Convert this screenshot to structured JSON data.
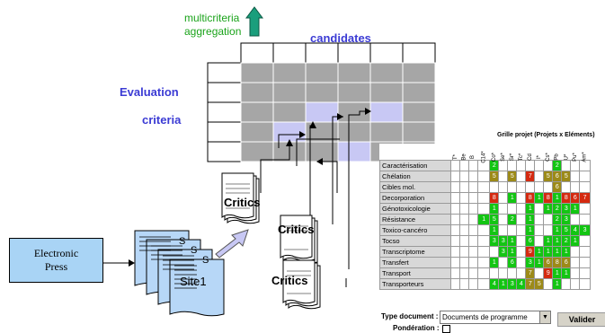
{
  "aggregation": {
    "line1": "multicriteria",
    "line2": "aggregation"
  },
  "labels": {
    "candidates": "candidates",
    "evaluation": "Evaluation",
    "criteria": "criteria"
  },
  "critics": [
    "Critics",
    "Critics",
    "Critics"
  ],
  "press": {
    "line1": "Electronic",
    "line2": "Press"
  },
  "site": "Site1",
  "grid": {
    "title": "Grille projet (Projets x Eléments)",
    "columns": [
      "T*",
      "Be",
      "B",
      "C14*",
      "Co*",
      "Se*",
      "Sr*",
      "Tc*",
      "Cd",
      "I*",
      "Cs*",
      "Pb",
      "U*",
      "Pu*",
      "Am*"
    ],
    "rows": [
      {
        "label": "Caractérisation",
        "cells": [
          [
            "0",
            ""
          ],
          [
            "0",
            ""
          ],
          [
            "0",
            ""
          ],
          [
            "0",
            ""
          ],
          [
            "g",
            "2"
          ],
          [
            "0",
            ""
          ],
          [
            "0",
            ""
          ],
          [
            "0",
            ""
          ],
          [
            "0",
            ""
          ],
          [
            "0",
            ""
          ],
          [
            "0",
            ""
          ],
          [
            "g",
            "2"
          ],
          [
            "0",
            ""
          ],
          [
            "0",
            ""
          ],
          [
            "0",
            ""
          ]
        ]
      },
      {
        "label": "Chélation",
        "cells": [
          [
            "0",
            ""
          ],
          [
            "0",
            ""
          ],
          [
            "0",
            ""
          ],
          [
            "0",
            ""
          ],
          [
            "y",
            "5"
          ],
          [
            "0",
            ""
          ],
          [
            "y",
            "5"
          ],
          [
            "0",
            ""
          ],
          [
            "r",
            "7"
          ],
          [
            "0",
            ""
          ],
          [
            "y",
            "5"
          ],
          [
            "y",
            "6"
          ],
          [
            "y",
            "5"
          ],
          [
            "0",
            ""
          ],
          [
            "0",
            ""
          ]
        ]
      },
      {
        "label": "Cibles mol.",
        "cells": [
          [
            "0",
            ""
          ],
          [
            "0",
            ""
          ],
          [
            "0",
            ""
          ],
          [
            "0",
            ""
          ],
          [
            "0",
            ""
          ],
          [
            "0",
            ""
          ],
          [
            "0",
            ""
          ],
          [
            "0",
            ""
          ],
          [
            "0",
            ""
          ],
          [
            "0",
            ""
          ],
          [
            "0",
            ""
          ],
          [
            "y",
            "6"
          ],
          [
            "0",
            ""
          ],
          [
            "0",
            ""
          ],
          [
            "0",
            ""
          ]
        ]
      },
      {
        "label": "Decorporation",
        "cells": [
          [
            "0",
            ""
          ],
          [
            "0",
            ""
          ],
          [
            "0",
            ""
          ],
          [
            "0",
            ""
          ],
          [
            "r",
            "8"
          ],
          [
            "0",
            ""
          ],
          [
            "g",
            "1"
          ],
          [
            "0",
            ""
          ],
          [
            "r",
            "8"
          ],
          [
            "g",
            "1"
          ],
          [
            "r",
            "8"
          ],
          [
            "g",
            "1"
          ],
          [
            "r",
            "8"
          ],
          [
            "r",
            "6"
          ],
          [
            "r",
            "7"
          ]
        ]
      },
      {
        "label": "Génotoxicologie",
        "cells": [
          [
            "0",
            ""
          ],
          [
            "0",
            ""
          ],
          [
            "0",
            ""
          ],
          [
            "0",
            ""
          ],
          [
            "g",
            "1"
          ],
          [
            "0",
            ""
          ],
          [
            "0",
            ""
          ],
          [
            "0",
            ""
          ],
          [
            "g",
            "1"
          ],
          [
            "0",
            ""
          ],
          [
            "g",
            "1"
          ],
          [
            "g",
            "2"
          ],
          [
            "g",
            "3"
          ],
          [
            "g",
            "1"
          ],
          [
            "0",
            ""
          ]
        ]
      },
      {
        "label": "Résistance",
        "cells": [
          [
            "0",
            ""
          ],
          [
            "0",
            ""
          ],
          [
            "0",
            ""
          ],
          [
            "g",
            "1"
          ],
          [
            "g",
            "5"
          ],
          [
            "0",
            ""
          ],
          [
            "g",
            "2"
          ],
          [
            "0",
            ""
          ],
          [
            "g",
            "1"
          ],
          [
            "0",
            ""
          ],
          [
            "0",
            ""
          ],
          [
            "g",
            "2"
          ],
          [
            "g",
            "3"
          ],
          [
            "0",
            ""
          ],
          [
            "0",
            ""
          ]
        ]
      },
      {
        "label": "Toxico-cancéro",
        "cells": [
          [
            "0",
            ""
          ],
          [
            "0",
            ""
          ],
          [
            "0",
            ""
          ],
          [
            "0",
            ""
          ],
          [
            "g",
            "1"
          ],
          [
            "0",
            ""
          ],
          [
            "0",
            ""
          ],
          [
            "0",
            ""
          ],
          [
            "g",
            "1"
          ],
          [
            "0",
            ""
          ],
          [
            "0",
            ""
          ],
          [
            "g",
            "1"
          ],
          [
            "g",
            "5"
          ],
          [
            "g",
            "4"
          ],
          [
            "g",
            "3"
          ]
        ]
      },
      {
        "label": "Tocso",
        "cells": [
          [
            "0",
            ""
          ],
          [
            "0",
            ""
          ],
          [
            "0",
            ""
          ],
          [
            "0",
            ""
          ],
          [
            "g",
            "3"
          ],
          [
            "g",
            "3"
          ],
          [
            "g",
            "1"
          ],
          [
            "0",
            ""
          ],
          [
            "g",
            "6"
          ],
          [
            "0",
            ""
          ],
          [
            "g",
            "1"
          ],
          [
            "g",
            "1"
          ],
          [
            "g",
            "2"
          ],
          [
            "g",
            "1"
          ],
          [
            "0",
            ""
          ]
        ]
      },
      {
        "label": "Transcriptome",
        "cells": [
          [
            "0",
            ""
          ],
          [
            "0",
            ""
          ],
          [
            "0",
            ""
          ],
          [
            "0",
            ""
          ],
          [
            "0",
            ""
          ],
          [
            "g",
            "3"
          ],
          [
            "g",
            "1"
          ],
          [
            "0",
            ""
          ],
          [
            "r",
            "9"
          ],
          [
            "g",
            "1"
          ],
          [
            "g",
            "1"
          ],
          [
            "g",
            "1"
          ],
          [
            "g",
            "1"
          ],
          [
            "0",
            ""
          ],
          [
            "0",
            ""
          ]
        ]
      },
      {
        "label": "Transfert",
        "cells": [
          [
            "0",
            ""
          ],
          [
            "0",
            ""
          ],
          [
            "0",
            ""
          ],
          [
            "0",
            ""
          ],
          [
            "g",
            "1"
          ],
          [
            "0",
            ""
          ],
          [
            "g",
            "6"
          ],
          [
            "0",
            ""
          ],
          [
            "g",
            "3"
          ],
          [
            "g",
            "1"
          ],
          [
            "y",
            "6"
          ],
          [
            "y",
            "8"
          ],
          [
            "y",
            "6"
          ],
          [
            "0",
            ""
          ],
          [
            "0",
            ""
          ]
        ]
      },
      {
        "label": "Transport",
        "cells": [
          [
            "0",
            ""
          ],
          [
            "0",
            ""
          ],
          [
            "0",
            ""
          ],
          [
            "0",
            ""
          ],
          [
            "0",
            ""
          ],
          [
            "0",
            ""
          ],
          [
            "0",
            ""
          ],
          [
            "0",
            ""
          ],
          [
            "y",
            "7"
          ],
          [
            "0",
            ""
          ],
          [
            "r",
            "9"
          ],
          [
            "g",
            "1"
          ],
          [
            "g",
            "1"
          ],
          [
            "0",
            ""
          ],
          [
            "0",
            ""
          ]
        ]
      },
      {
        "label": "Transporteurs",
        "cells": [
          [
            "0",
            ""
          ],
          [
            "0",
            ""
          ],
          [
            "0",
            ""
          ],
          [
            "0",
            ""
          ],
          [
            "g",
            "4"
          ],
          [
            "g",
            "1"
          ],
          [
            "g",
            "3"
          ],
          [
            "g",
            "4"
          ],
          [
            "y",
            "7"
          ],
          [
            "y",
            "5"
          ],
          [
            "0",
            ""
          ],
          [
            "g",
            "1"
          ],
          [
            "0",
            ""
          ],
          [
            "0",
            ""
          ],
          [
            "0",
            ""
          ]
        ]
      }
    ]
  },
  "form": {
    "type_label": "Type document :",
    "type_value": "Documents de programme",
    "ponderation_label": "Pondération :",
    "valider": "Valider"
  }
}
